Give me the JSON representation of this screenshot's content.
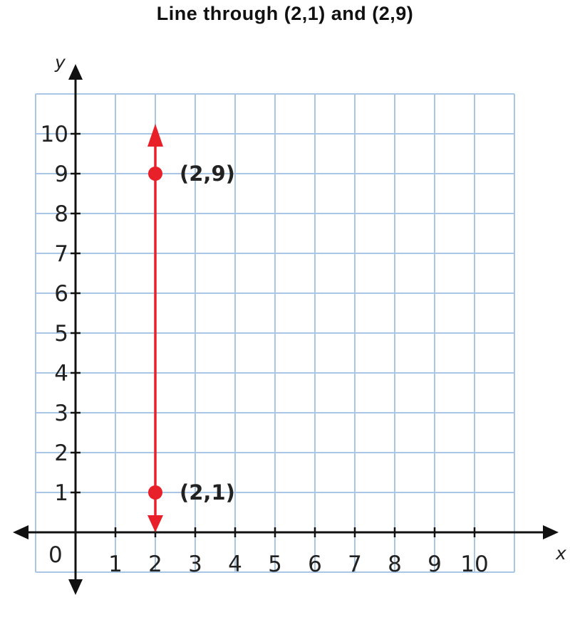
{
  "chart_data": {
    "type": "line",
    "title": "Line through (2,1) and (2,9)",
    "xlabel": "x",
    "ylabel": "y",
    "xlim": [
      -1,
      11
    ],
    "ylim": [
      -1,
      11
    ],
    "x_ticks": [
      "1",
      "2",
      "3",
      "4",
      "5",
      "6",
      "7",
      "8",
      "9",
      "10"
    ],
    "y_ticks": [
      "1",
      "2",
      "3",
      "4",
      "5",
      "6",
      "7",
      "8",
      "9",
      "10"
    ],
    "origin_label": "0",
    "grid": true,
    "series": [
      {
        "x": [
          2,
          2
        ],
        "y": [
          0,
          10
        ],
        "style": "double-arrow line",
        "color": "#e8202a"
      }
    ],
    "points": [
      {
        "x": 2,
        "y": 9,
        "label": "(2,9)"
      },
      {
        "x": 2,
        "y": 1,
        "label": "(2,1)"
      }
    ],
    "colors": {
      "grid": "#a9c6e4",
      "axis": "#111111",
      "line": "#e8202a"
    }
  }
}
